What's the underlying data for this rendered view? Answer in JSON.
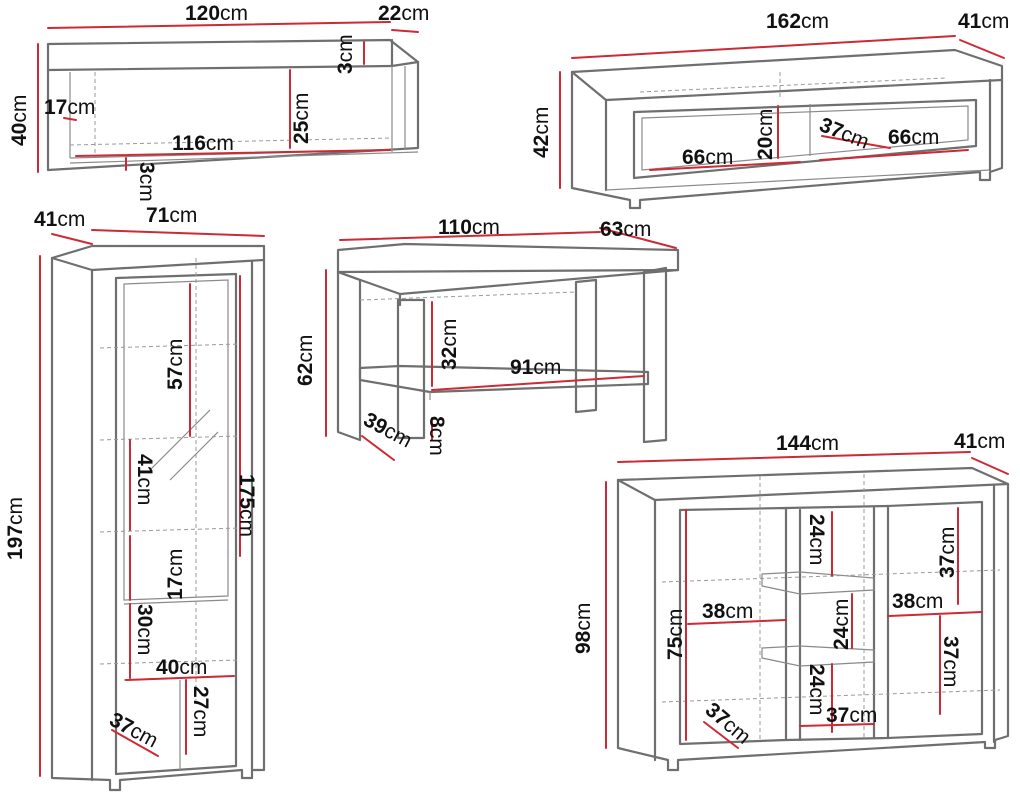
{
  "labels": {
    "shelf_w": "120",
    "shelf_d": "22",
    "shelf_h": "40",
    "shelf_inner_h": "17",
    "shelf_top": "3",
    "shelf_mid_h": "25",
    "shelf_inner_w": "116",
    "shelf_bottom": "3",
    "tv_w": "162",
    "tv_d": "41",
    "tv_h": "42",
    "tv_drawer_w1": "66",
    "tv_drawer_h": "20",
    "tv_drawer_d": "37",
    "tv_drawer_w2": "66",
    "vit_d": "41",
    "vit_w": "71",
    "vit_h": "197",
    "vit_inner_h": "175",
    "vit_sec1": "57",
    "vit_sec2": "41",
    "vit_sec3": "17",
    "vit_sec4": "30",
    "vit_inner_w": "40",
    "vit_bottom_h": "27",
    "vit_inner_d": "37",
    "table_w": "110",
    "table_d": "63",
    "table_h": "62",
    "table_gap": "32",
    "table_shelf_w": "91",
    "table_leg_d": "39",
    "table_leg_h": "8",
    "side_w": "144",
    "side_d": "41",
    "side_h": "98",
    "side_left_h": "75",
    "side_left_w": "38",
    "side_top_h": "24",
    "side_right_top": "37",
    "side_right_w": "38",
    "side_mid_h": "24",
    "side_right_bottom": "37",
    "side_bottom_h": "24",
    "side_bottom_w": "37",
    "side_inner_d": "37"
  },
  "unit": "cm"
}
